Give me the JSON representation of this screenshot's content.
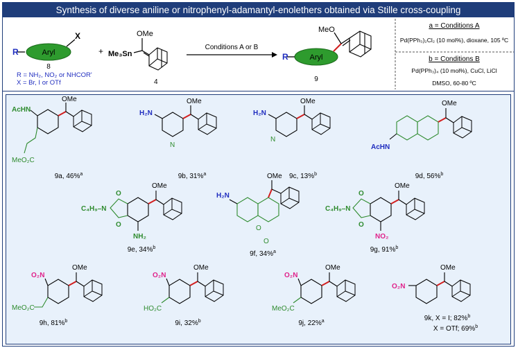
{
  "title": "Synthesis of diverse aniline or nitrophenyl-adamantyl-enolethers obtained via Stille cross-coupling",
  "scheme": {
    "reactant1": {
      "r_label": "R",
      "x_label": "X",
      "ring_label": "Aryl",
      "number": "8",
      "r_note": "R = NH₂, NO₂ or NHCOR'",
      "x_note": "X = Br, I or OTf"
    },
    "plus": "+",
    "reactant2": {
      "sn": "Me₃Sn",
      "ome": "OMe",
      "number": "4"
    },
    "arrow_label": "Conditions A or B",
    "product": {
      "r_label": "R",
      "ring_label": "Aryl",
      "meo": "MeO",
      "number": "9"
    },
    "conditions_a_title": "a = Conditions A",
    "conditions_a_text": "Pd(PPh₃)₂Cl₂ (10 mol%), dioxane, 105 ºC",
    "conditions_b_title": "b = Conditions B",
    "conditions_b_text1": "Pd(PPh₃)₄ (10 mol%), CuCl, LiCl",
    "conditions_b_text2": "DMSO, 60-80 ºC"
  },
  "compounds": [
    {
      "id": "9a",
      "yield": "46%",
      "cond": "a",
      "labels": [
        "AcHN",
        "MeO₂C",
        "OMe"
      ]
    },
    {
      "id": "9b",
      "yield": "31%",
      "cond": "a",
      "labels": [
        "H₂N",
        "N",
        "OMe"
      ]
    },
    {
      "id": "9c",
      "yield": "13%",
      "cond": "b",
      "labels": [
        "H₂N",
        "N",
        "OMe"
      ]
    },
    {
      "id": "9d",
      "yield": "56%",
      "cond": "b",
      "labels": [
        "AcHN",
        "OMe"
      ]
    },
    {
      "id": "9e",
      "yield": "34%",
      "cond": "b",
      "labels": [
        "O",
        "O",
        "C₄H₉–N",
        "NH₂",
        "OMe"
      ]
    },
    {
      "id": "9f",
      "yield": "34%",
      "cond": "a",
      "labels": [
        "H₂N",
        "O",
        "O",
        "OMe"
      ]
    },
    {
      "id": "9g",
      "yield": "91%",
      "cond": "b",
      "labels": [
        "O",
        "O",
        "C₄H₉–N",
        "NO₂",
        "OMe"
      ]
    },
    {
      "id": "9h",
      "yield": "81%",
      "cond": "b",
      "labels": [
        "O₂N",
        "MeO₂C",
        "OMe"
      ]
    },
    {
      "id": "9i",
      "yield": "32%",
      "cond": "b",
      "labels": [
        "O₂N",
        "HO₂C",
        "OMe"
      ]
    },
    {
      "id": "9j",
      "yield": "22%",
      "cond": "a",
      "labels": [
        "O₂N",
        "MeO₂C",
        "OMe"
      ]
    },
    {
      "id": "9k",
      "yield": "82%",
      "cond": "b",
      "labels": [
        "O₂N",
        "OMe"
      ]
    }
  ],
  "k_caption": {
    "line1": "9k, X = I; 82%",
    "line1_cond": "b",
    "line2": "X = OTf; 69%",
    "line2_cond": "b"
  },
  "colors": {
    "navy": "#1f3d7a",
    "green": "#2e8b2e",
    "magenta": "#e0218a",
    "blue": "#1f2dbf",
    "red": "#d21f1f",
    "panel": "#e8f1fb"
  }
}
